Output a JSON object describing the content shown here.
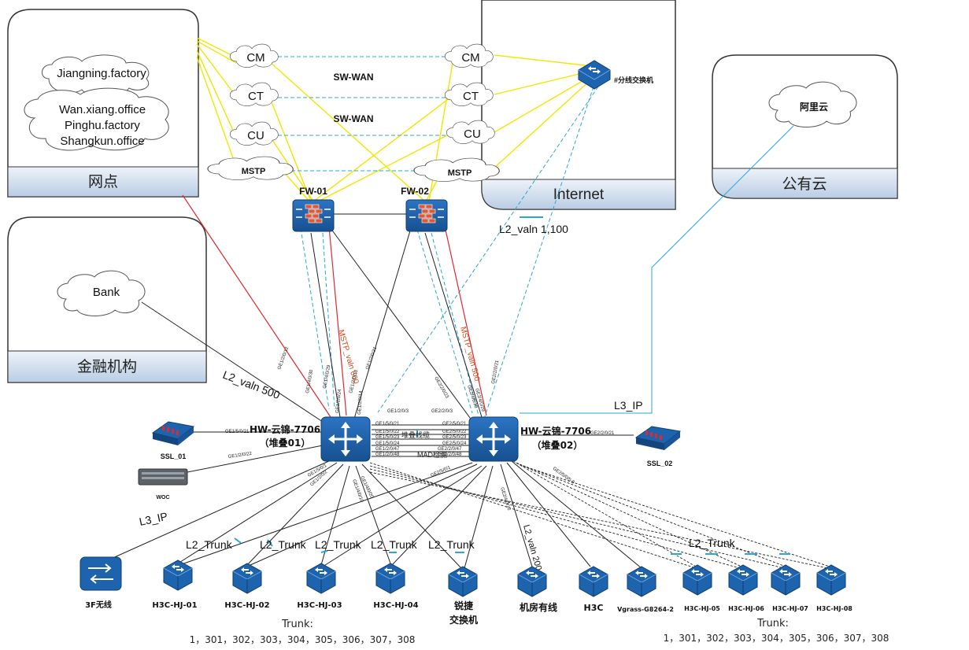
{
  "zones": {
    "branch": {
      "label": "网点",
      "clouds": [
        "Jiangning.factory",
        "Wan.xiang.office",
        "Pinghu.factory",
        "Shangkun.office"
      ]
    },
    "finance": {
      "label": "金融机构",
      "cloud": "Bank"
    },
    "internet": {
      "label": "Internet",
      "switch_label": "#分线交换机"
    },
    "public_cloud": {
      "label": "公有云",
      "cloud": "阿里云"
    }
  },
  "carriers_left": [
    "CM",
    "CT",
    "CU",
    "MSTP"
  ],
  "carriers_right": [
    "CM",
    "CT",
    "CU",
    "MSTP"
  ],
  "wan_labels": [
    "SW-WAN",
    "SW-WAN"
  ],
  "firewalls": [
    "FW-01",
    "FW-02"
  ],
  "core": {
    "left": {
      "name": "HW-云锦-7706",
      "sub": "（堆叠01）"
    },
    "right": {
      "name": "HW-云锦-7706",
      "sub": "（堆叠02）"
    },
    "stack_link": "堆叠线缆",
    "mad": "MAD检测"
  },
  "side_devices": {
    "ssl1": "SSL_01",
    "woc": "WOC",
    "ssl2": "SSL_02"
  },
  "edge_labels": {
    "l2_valn_500": "L2_valn 500",
    "l2_valn_1100": "L2_valn 1,100",
    "l3_ip_right": "L3_IP",
    "l3_ip_left": "L3_IP",
    "l2_valn_200": "L2_valn 200",
    "mstp_600": "MSTP_valn 600",
    "mstp_500": "MSTP_valn 500",
    "l2_trunk": "L2_Trunk",
    "l2_trunk_dashed": "L2_Trunk"
  },
  "access": {
    "wireless": "3F无线",
    "hj01": "H3C-HJ-01",
    "hj02": "H3C-HJ-02",
    "hj03": "H3C-HJ-03",
    "hj04": "H3C-HJ-04",
    "ruijie": [
      "锐捷",
      "交换机"
    ],
    "room": "机房有线",
    "h3c": "H3C",
    "vgrass": "Vgrass-G8264-2",
    "hj05": "H3C-HJ-05",
    "hj06": "H3C-HJ-06",
    "hj07": "H3C-HJ-07",
    "hj08": "H3C-HJ-08"
  },
  "trunk_note": {
    "title": "Trunk:",
    "list": "1，301，302，303，304，305，306，307，308"
  },
  "trunk_note_right": {
    "title": "Trunk:",
    "list": "1，301，302，303，304，305，306，307，308"
  },
  "ports": {
    "left_core": [
      "GE1/2/0/12",
      "GE1/4/0/30",
      "GE1/4/0/29",
      "GE1/2/0/24",
      "GE1/2/0/14",
      "GE1/2/0/13",
      "GE1/2/0/21",
      "GE1/5/0/21",
      "GE1/5/0/22",
      "GE1/5/0/23",
      "GE1/5/0/24",
      "GE1/2/0/47",
      "GE1/2/0/48",
      "GE1/2/0/3",
      "GE1/2/0/22",
      "GE1/5/0/1",
      "GE1/2/0/2",
      "GE1/4/0/10",
      "GE1/4/0/20"
    ],
    "right_core": [
      "GE2/2/0/23",
      "GE2/4/0/30",
      "GE2/4/0/29",
      "GE2/2/0/21",
      "GE2/5/0/21",
      "GE2/5/0/22",
      "GE2/5/0/23",
      "GE2/5/0/24",
      "GE2/2/0/47",
      "GE2/2/0/48",
      "GE2/2/0/3",
      "GE2/5/0/1",
      "GE2/5/0/5-8",
      "GE2/4/0/10"
    ]
  },
  "colors": {
    "blue_device": "#1f5fa6",
    "red_link": "#e0282e",
    "yellow_link": "#f2e600",
    "cyan_dashed": "#2aa7d6",
    "zone_footer": "#c8d8ea"
  }
}
